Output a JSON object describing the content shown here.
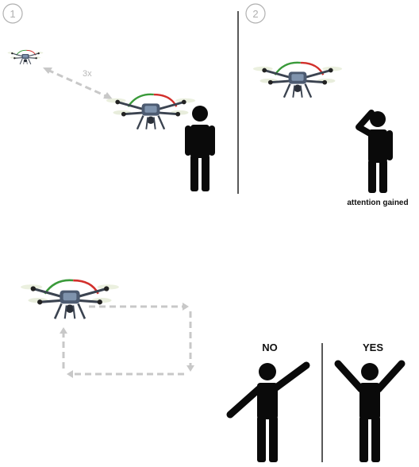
{
  "panel1": {
    "step_number": "1",
    "repeat_label": "3x"
  },
  "panel2": {
    "step_number": "2",
    "caption": "attention gained"
  },
  "panel4": {
    "no_label": "NO",
    "yes_label": "YES"
  }
}
